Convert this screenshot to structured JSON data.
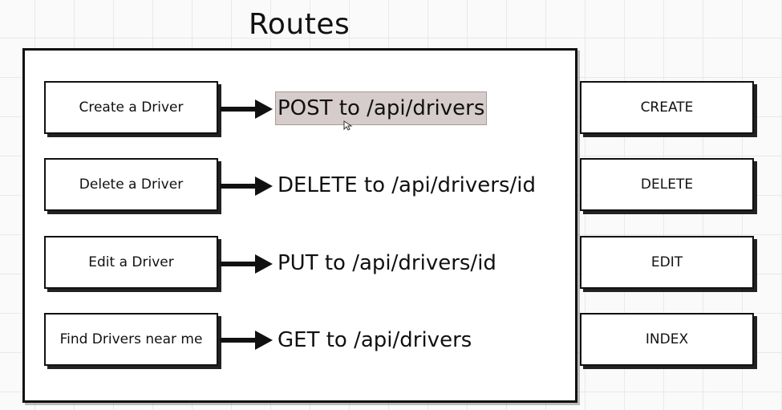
{
  "diagram": {
    "title": "Routes",
    "rows": [
      {
        "action": "Create a Driver",
        "route": "POST to /api/drivers",
        "verb": "CREATE",
        "selected": true
      },
      {
        "action": "Delete a Driver",
        "route": "DELETE to /api/drivers/id",
        "verb": "DELETE",
        "selected": false
      },
      {
        "action": "Edit a Driver",
        "route": "PUT to /api/drivers/id",
        "verb": "EDIT",
        "selected": false
      },
      {
        "action": "Find Drivers near me",
        "route": "GET to /api/drivers",
        "verb": "INDEX",
        "selected": false
      }
    ]
  },
  "colors": {
    "stroke": "#111111",
    "selection": "#d6cccc",
    "grid": "#e9e9e9"
  }
}
